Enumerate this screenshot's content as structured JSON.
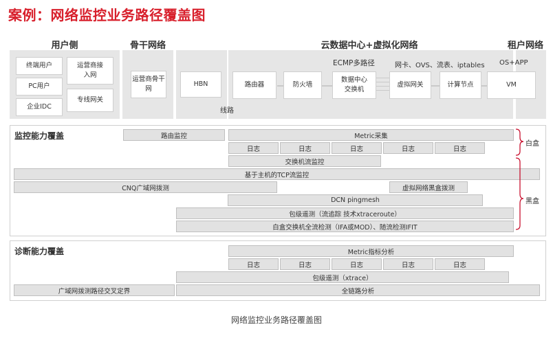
{
  "title": "案例：网络监控业务路径覆盖图",
  "top": {
    "headers": {
      "user": "用户侧",
      "backbone": "骨干网络",
      "cloud": "云数据中心+虚拟化网络",
      "tenant": "租户网络"
    },
    "user_boxes": [
      "终端用户",
      "PC用户",
      "企业IDC",
      "运营商接入网",
      "专线网关"
    ],
    "backbone_box": "运营商骨干网",
    "hbn": "HBN",
    "line_label": "线路",
    "cloud_boxes": [
      "路由器",
      "防火墙",
      "数据中心交换机",
      "虚拟网关",
      "计算节点"
    ],
    "vm": "VM",
    "ecmp": "ECMP多路径",
    "nic": "网卡、OVS、流表、iptables",
    "os": "OS+APP"
  },
  "monitor": {
    "header": "监控能力覆盖",
    "route_monitor": "路由监控",
    "metric": "Metric采集",
    "log": "日志",
    "switch_flow": "交换机流监控",
    "tcp_flow": "基于主机的TCP流监控",
    "cnq": "CNQ广域网拨测",
    "virtual_gw": "虚拟网络黑盒拨测",
    "dcn": "DCN pingmesh",
    "pkt_trace": "包级遥测（流追踪 技术xtraceroute）",
    "whitebox": "白盒交换机全流检测（IFA或MOD）、随流检测IFIT",
    "white_label": "白盒",
    "black_label": "黑盒"
  },
  "diagnose": {
    "header": "诊断能力覆盖",
    "metric_analysis": "Metric指标分析",
    "log": "日志",
    "pkt_xtrace": "包级遥测（xtrace）",
    "wan_cross": "广域网拨测路径交叉定界",
    "full_link": "全链路分析"
  },
  "caption": "网络监控业务路径覆盖图",
  "colors": {
    "title": "#d8202c",
    "bracket": "#c8102e"
  }
}
